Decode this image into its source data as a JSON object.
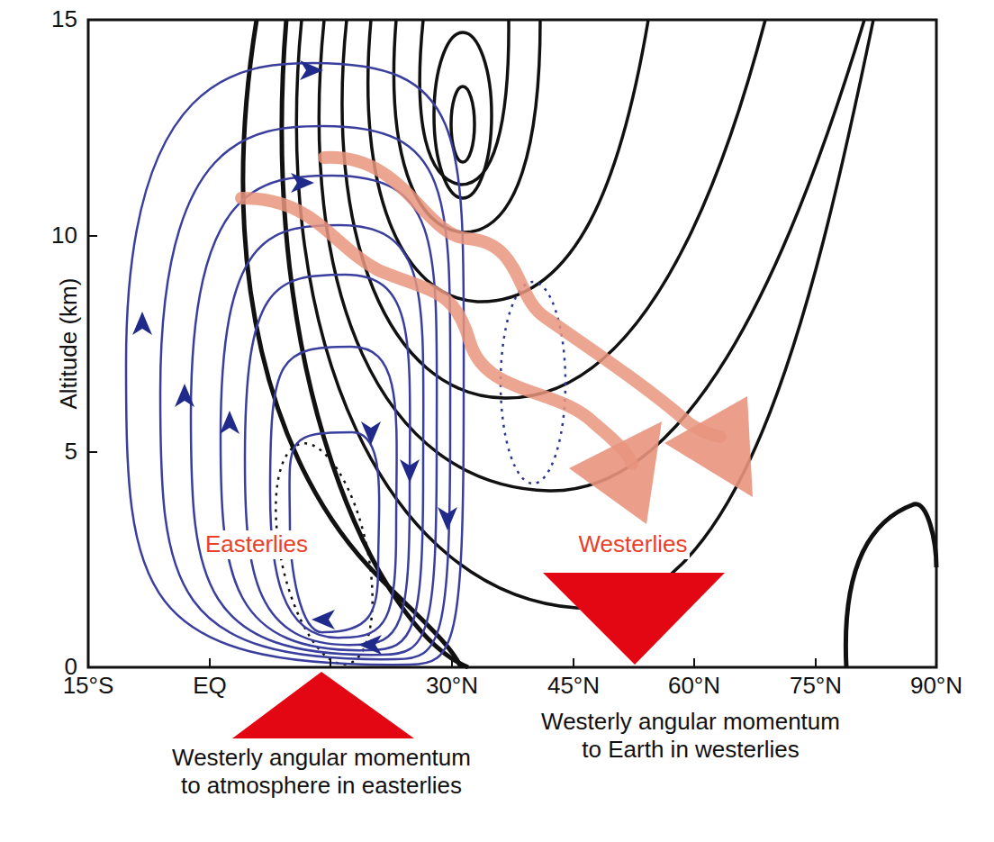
{
  "diagram": {
    "labels": [
      "15",
      "10",
      "5",
      "0",
      "Altitude (km)",
      "15°S",
      "EQ",
      "30°N",
      "45°N",
      "60°N",
      "75°N",
      "90°N",
      "Easterlies",
      "Westerlies",
      "Westerly angular momentum to atmosphere in easterlies",
      "Westerly angular momentum to Earth in westerlies"
    ]
  }
}
